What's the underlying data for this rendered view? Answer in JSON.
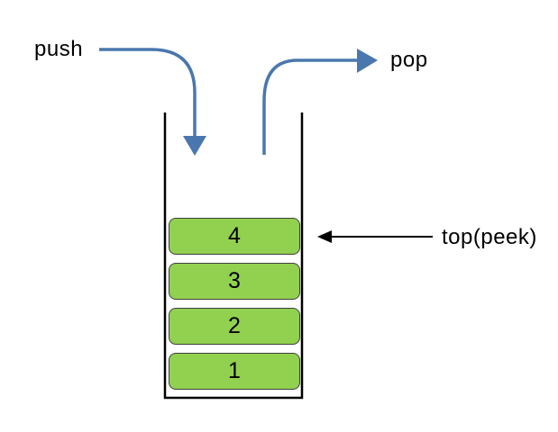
{
  "diagram": {
    "push_label": "push",
    "pop_label": "pop",
    "top_label": "top(peek)",
    "stack_items": [
      "4",
      "3",
      "2",
      "1"
    ],
    "colors": {
      "arrow_blue": "#4a77ad",
      "box_green": "#92d050",
      "box_border": "#3f3f3f",
      "outline_black": "#000000"
    }
  }
}
